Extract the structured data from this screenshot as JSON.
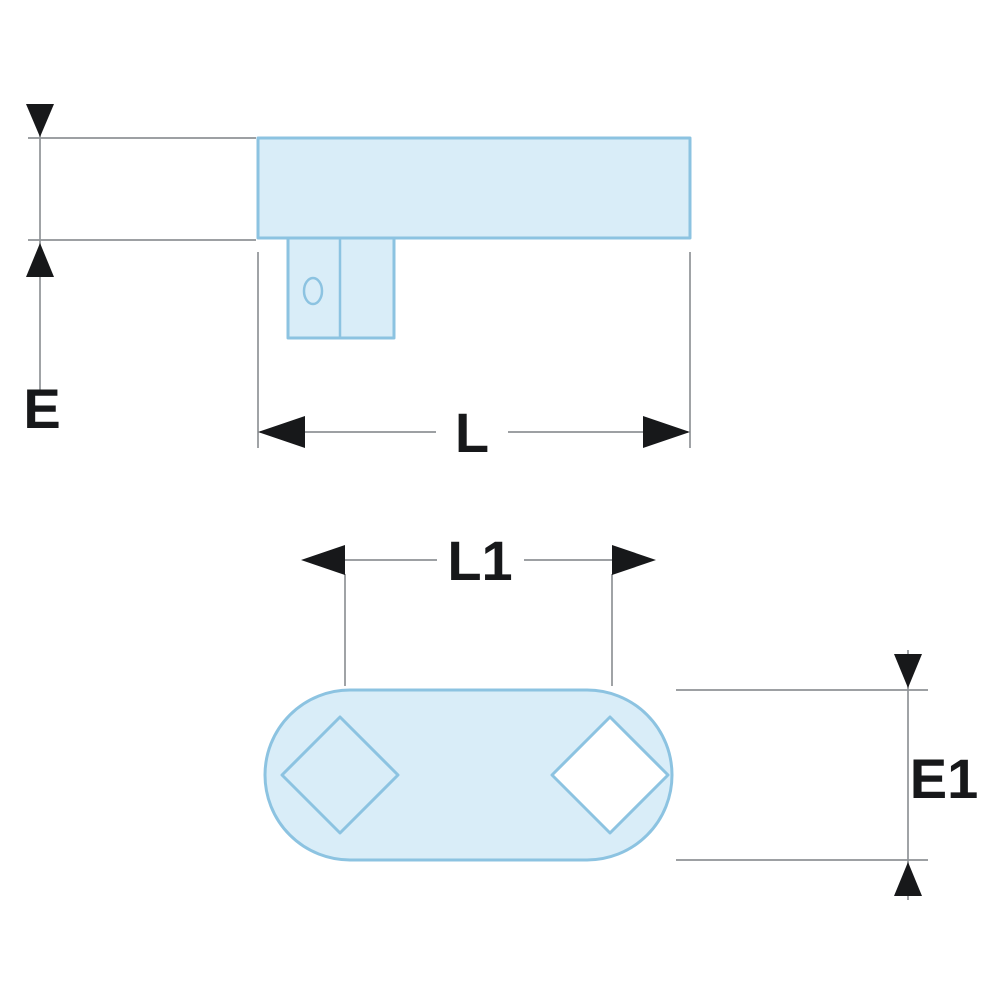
{
  "diagram": {
    "labels": {
      "e": "E",
      "l": "L",
      "l1": "L1",
      "e1": "E1"
    },
    "colors": {
      "shape_fill": "#d9edf8",
      "shape_stroke": "#8cc3e1",
      "hole_fill": "#ffffff",
      "dim_line": "#8f9396",
      "arrow": "#17181a",
      "label": "#17181a",
      "background": "#ffffff"
    }
  }
}
